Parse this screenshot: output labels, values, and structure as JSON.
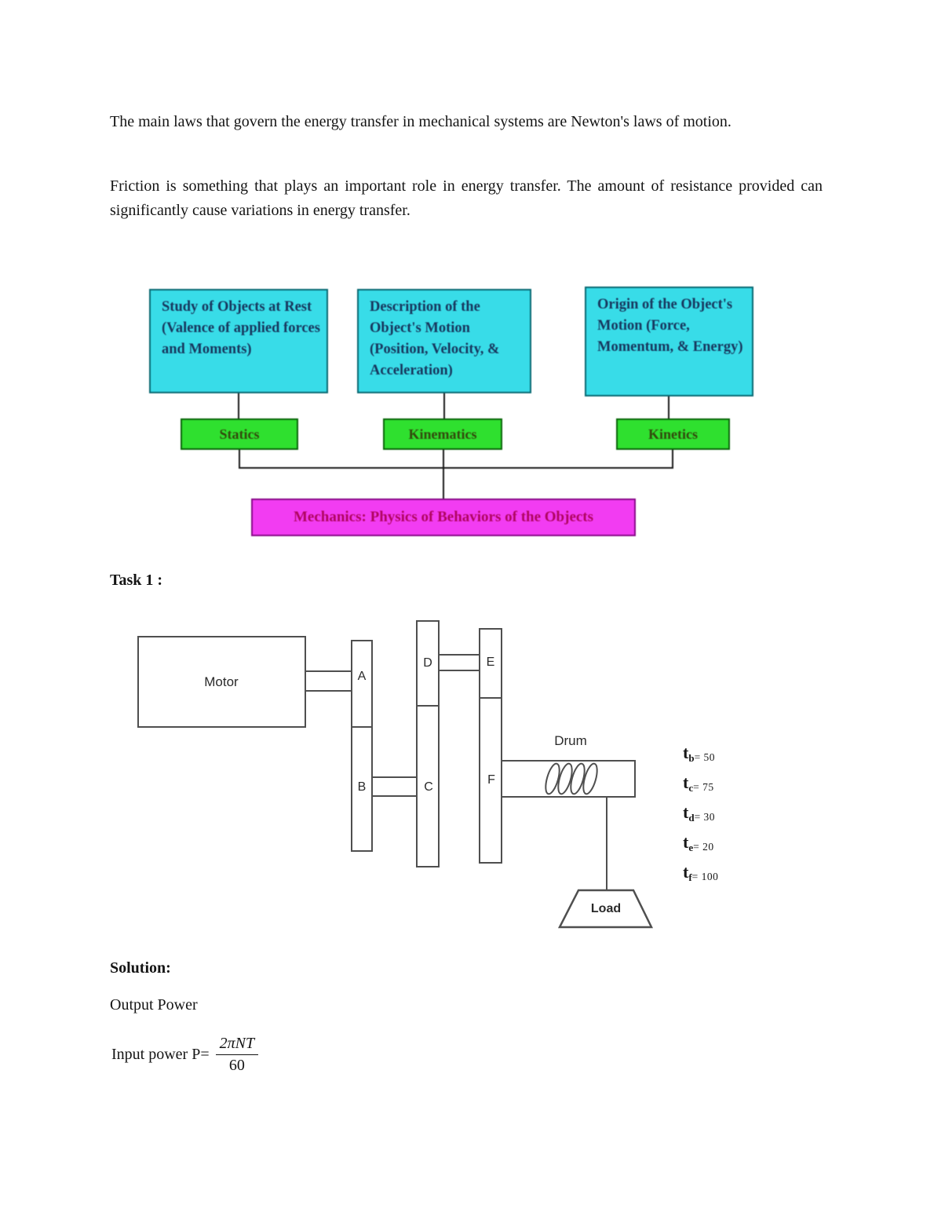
{
  "intro": {
    "paragraph1": "The main laws that govern the energy transfer in mechanical systems are Newton's laws of motion.",
    "paragraph2": "Friction is something that plays an important role in energy transfer. The amount of resistance provided can significantly cause variations in energy transfer."
  },
  "flowchart": {
    "top_boxes": [
      {
        "text": "Study of Objects at Rest (Valence of applied forces and Moments)"
      },
      {
        "text": "Description of the Object's Motion (Position, Velocity, & Acceleration)"
      },
      {
        "text": "Origin of the Object's Motion (Force, Momentum, & Energy)"
      }
    ],
    "mid_boxes": [
      {
        "text": "Statics"
      },
      {
        "text": "Kinematics"
      },
      {
        "text": "Kinetics"
      }
    ],
    "bottom_box": {
      "text": "Mechanics: Physics of Behaviors of the Objects"
    },
    "colors": {
      "top_bg": "#38dce8",
      "mid_bg": "#2fe02f",
      "bottom_bg": "#f23cf2"
    }
  },
  "task": {
    "heading": "Task 1 :",
    "diagram": {
      "motor": "Motor",
      "gears": [
        "A",
        "B",
        "C",
        "D",
        "E",
        "F"
      ],
      "drum": "Drum",
      "load": "Load",
      "teeth": [
        {
          "base": "t",
          "sub": "b",
          "value": "= 50"
        },
        {
          "base": "t",
          "sub": "c",
          "value": "= 75"
        },
        {
          "base": "t",
          "sub": "d",
          "value": "= 30"
        },
        {
          "base": "t",
          "sub": "e",
          "value": "= 20"
        },
        {
          "base": "t",
          "sub": "f",
          "value": "= 100"
        }
      ]
    }
  },
  "solution": {
    "heading": "Solution:",
    "line1": "Output Power",
    "input_prefix": "Input power P=",
    "fraction": {
      "numerator": "2πNT",
      "denominator": "60"
    }
  }
}
